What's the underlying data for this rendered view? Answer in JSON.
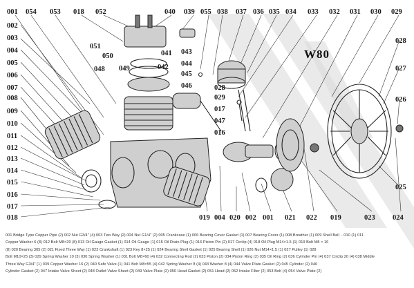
{
  "model_title": "W80",
  "part_numbers_top": [
    "001",
    "054",
    "053",
    "018",
    "052",
    "040",
    "039",
    "055",
    "038",
    "037",
    "036",
    "035",
    "034",
    "033",
    "032",
    "031",
    "030",
    "029"
  ],
  "part_numbers_left": [
    "002",
    "003",
    "004",
    "005",
    "006",
    "007",
    "008",
    "009",
    "010",
    "011",
    "012",
    "013",
    "014",
    "015",
    "016",
    "017",
    "018"
  ],
  "part_numbers_center": [
    "051",
    "050",
    "049",
    "048",
    "041",
    "043",
    "042",
    "044",
    "045",
    "046",
    "028",
    "029",
    "017",
    "047",
    "016"
  ],
  "part_numbers_right": [
    "028",
    "027",
    "026",
    "025"
  ],
  "part_numbers_bottom": [
    "019",
    "004",
    "020",
    "002",
    "001",
    "021",
    "022",
    "019",
    "023",
    "024"
  ],
  "legend_lines": [
    "001 Bridge Type Copper Pipe (2) 002 Nut G3/4\" (4) 003 Two Way (2) 004 Nut G1/4\" (2) 005 Crankcase (1) 006 Bearing Cover Gasket (1) 007 Bearing Cover (1) 008 Breather (1) 009 Shell Ball .. 010 (1) 011",
    "Copper Washer 6 (8) 012 Bolt M8×20 (8) 013 Oil Gauge Gasket (1) 014 Oil Gauge (1) 015 Oil Drain Plug (1) 016 Piston Pin (2) 017 Circlip (4) 018 Oil Plug M14×1.5 (1) 019 Bolt M8 × 16",
    "(8) 020 Bearing 305 (2) 021 Fixed Three Way (1) 022 Crankshaft (1) 023 Key 8×25 (1) 024 Bearing Shell Gasket (1) 025 Bearing Shell (1) 026 Nut M14×1.5 (1) 027 Pulley (1) 028",
    "Bolt M10×25 (3) 029 Spring Washer 10 (3) 030 Spring Washer (1) 031 Bolt M8×60 (4) 032 Connecting Rod (2) 033 Piston (2) 034 Piston Ring (2) 035 Oil Ring (2) 036 Cylinder Pin (4) 037 Circlip 20 (4) 038 Middle",
    "Three Way G3/4\" (1) 039 Copper Washer 16 (2) 040 Safe Valve (1) 041 Bolt M8×55 (4) 042 Spring Washer 8 (4) 043 Washer 8 (4) 044 Valve Plate Gasket (2) 045 Cylinder (2) 046",
    "Cylinder Gasket (2) 047 Intake Valve Sheet (2) 048 Outlet Valve Sheet (2) 049 Valve Plate (2) 050 Head Gasket (2) 051 Head (2) 052 Intake Filter (2) 053 Bolt (4) 054 Valve Plate (2)"
  ]
}
